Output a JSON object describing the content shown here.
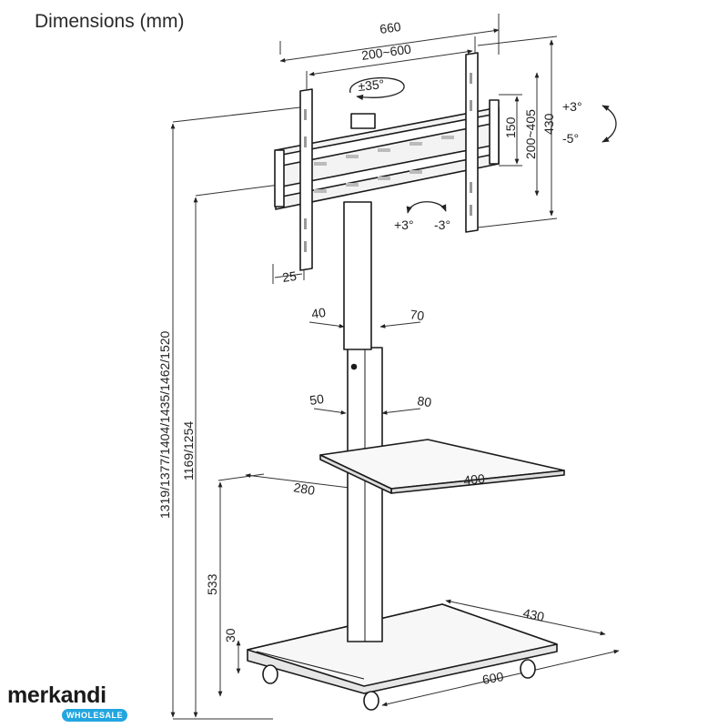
{
  "title": "Dimensions (mm)",
  "dimensions": {
    "overall_width": "660",
    "vesa_horizontal": "200~600",
    "swivel": "±35°",
    "mount_height": "430",
    "vesa_vertical": "200~405",
    "bracket_offset": "150",
    "tilt_up": "+3°",
    "tilt_down": "-5°",
    "rotate_left": "+3°",
    "rotate_right": "-3°",
    "wall_depth": "25",
    "upper_pole_left": "40",
    "upper_pole_right": "70",
    "lower_pole_left": "50",
    "lower_pole_right": "80",
    "shelf_depth": "280",
    "shelf_width": "400",
    "total_height": "1319/1377/1404/1435/1462/1520",
    "center_height": "1169/1254",
    "shelf_height": "533",
    "base_height": "30",
    "base_depth": "430",
    "base_width": "600"
  },
  "logo": {
    "name": "merkandi",
    "tagline": "WHOLESALE"
  }
}
